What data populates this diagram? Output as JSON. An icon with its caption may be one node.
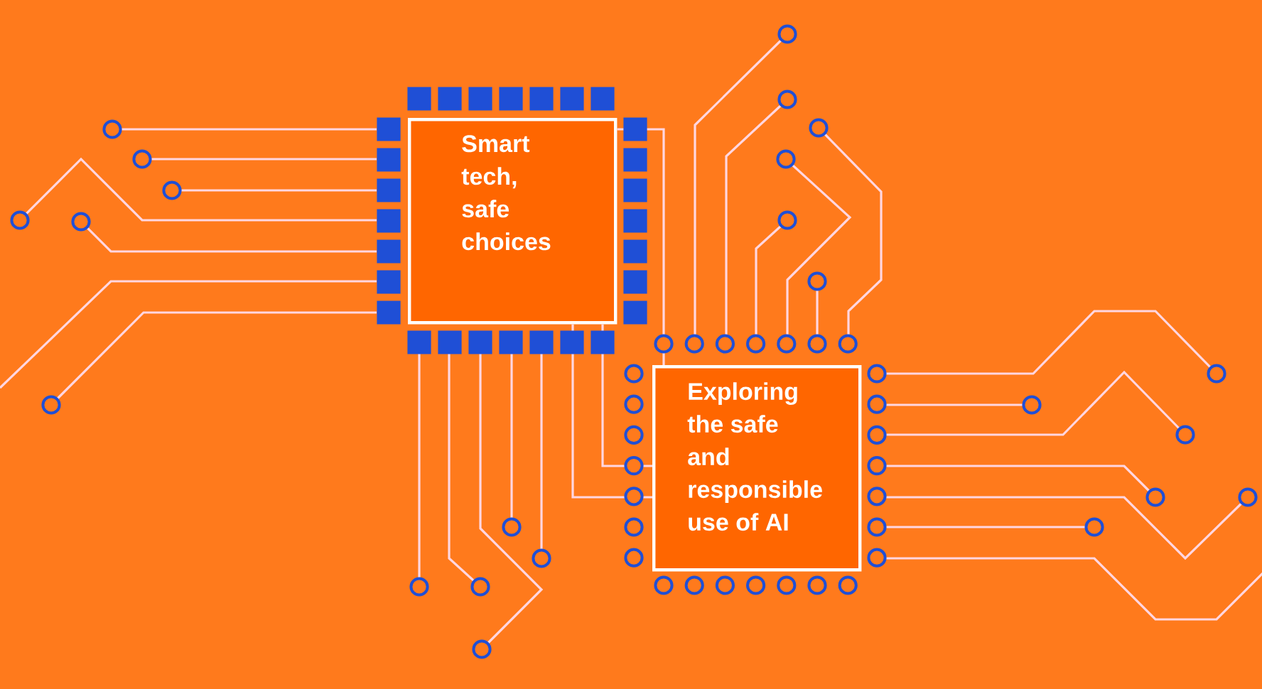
{
  "diagram": {
    "nodes": [
      {
        "text": [
          "Smart tech, safe choices"
        ]
      },
      {
        "text": [
          "Exploring the safe and responsible use of AI"
        ]
      }
    ],
    "edges": [
      {
        "from": 0,
        "to": 1,
        "arrow": "none"
      },
      {
        "from": 0,
        "to": 1,
        "arrow": "none"
      },
      {
        "from": 0,
        "to": 1,
        "arrow": "none"
      }
    ]
  }
}
